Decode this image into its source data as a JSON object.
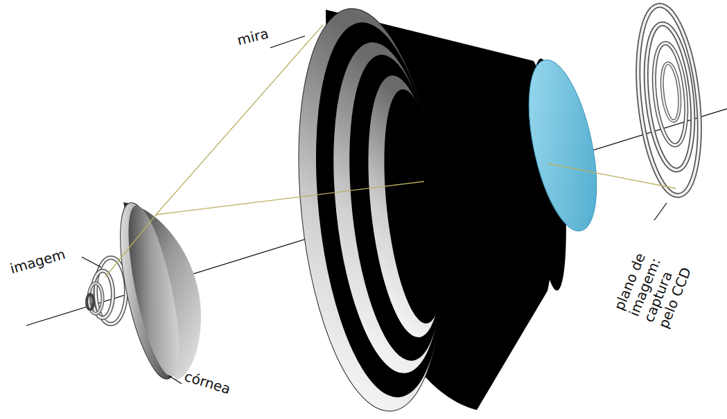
{
  "diagram": {
    "labels": [
      "mira",
      "imagem",
      "córnea",
      "plano de imagem: captura pelo CCD"
    ]
  }
}
